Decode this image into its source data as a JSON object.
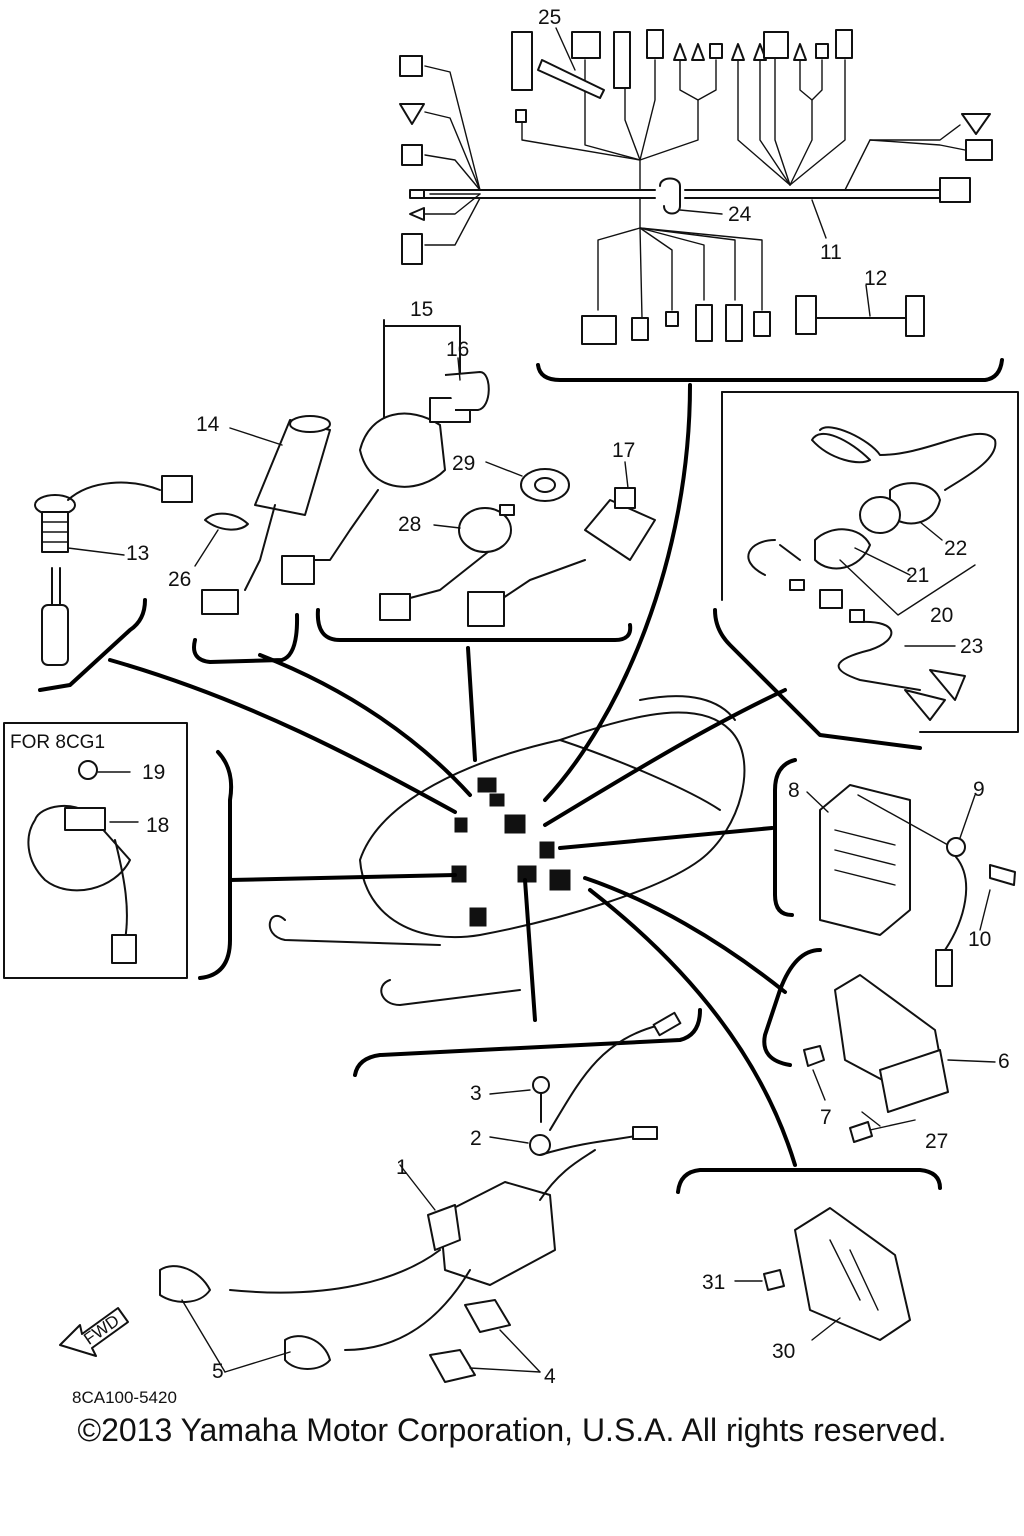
{
  "diagram_code": "8CA100-5420",
  "copyright": "©2013 Yamaha Motor Corporation, U.S.A. All rights reserved.",
  "inset_label": "FOR 8CG1",
  "fwd_label": "FWD",
  "callouts": {
    "c1": "1",
    "c2": "2",
    "c3": "3",
    "c4": "4",
    "c5": "5",
    "c6": "6",
    "c7": "7",
    "c8": "8",
    "c9": "9",
    "c10": "10",
    "c11": "11",
    "c12": "12",
    "c13": "13",
    "c14": "14",
    "c15": "15",
    "c16": "16",
    "c17": "17",
    "c18": "18",
    "c19": "19",
    "c20": "20",
    "c21": "21",
    "c22": "22",
    "c23": "23",
    "c24": "24",
    "c25": "25",
    "c26": "26",
    "c27": "27",
    "c28": "28",
    "c29": "29",
    "c30": "30",
    "c31": "31"
  }
}
